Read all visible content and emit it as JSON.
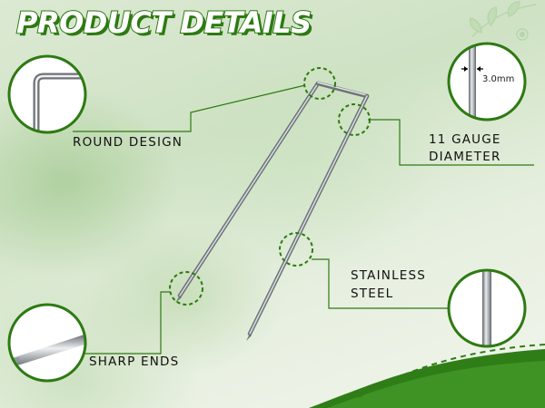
{
  "title": "PRODUCT DETAILS",
  "labels": {
    "round_design": "ROUND DESIGN",
    "gauge_line1": "11 GAUGE",
    "gauge_line2": "DIAMETER",
    "stainless_line1": "STAINLESS",
    "stainless_line2": "STEEL",
    "sharp_ends": "SHARP ENDS"
  },
  "measurement": "3.0mm",
  "colors": {
    "accent_green": "#2d7a12",
    "dark_green": "#1f6a10",
    "steel": "#8f959b"
  },
  "icons": [
    "staple-illustration",
    "detail-zoom-circle",
    "leaf-decoration",
    "wave-decoration"
  ]
}
